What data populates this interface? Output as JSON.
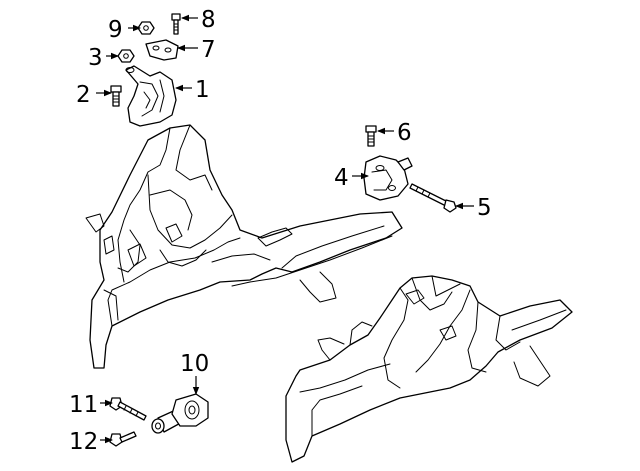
{
  "diagram": {
    "callouts": [
      {
        "id": "1",
        "text": "1"
      },
      {
        "id": "2",
        "text": "2"
      },
      {
        "id": "3",
        "text": "3"
      },
      {
        "id": "4",
        "text": "4"
      },
      {
        "id": "5",
        "text": "5"
      },
      {
        "id": "6",
        "text": "6"
      },
      {
        "id": "7",
        "text": "7"
      },
      {
        "id": "8",
        "text": "8"
      },
      {
        "id": "9",
        "text": "9"
      },
      {
        "id": "10",
        "text": "10"
      },
      {
        "id": "11",
        "text": "11"
      },
      {
        "id": "12",
        "text": "12"
      }
    ],
    "parts": [
      {
        "callout": "1",
        "icon": "engine-mount-bracket-icon"
      },
      {
        "callout": "2",
        "icon": "bolt-icon"
      },
      {
        "callout": "3",
        "icon": "nut-icon"
      },
      {
        "callout": "4",
        "icon": "transmission-mount-icon"
      },
      {
        "callout": "5",
        "icon": "long-bolt-icon"
      },
      {
        "callout": "6",
        "icon": "bolt-icon"
      },
      {
        "callout": "7",
        "icon": "bracket-plate-icon"
      },
      {
        "callout": "8",
        "icon": "bolt-icon"
      },
      {
        "callout": "9",
        "icon": "nut-icon"
      },
      {
        "callout": "10",
        "icon": "torque-rod-icon"
      },
      {
        "callout": "11",
        "icon": "long-bolt-icon"
      },
      {
        "callout": "12",
        "icon": "bolt-icon"
      }
    ],
    "line_color": "#000000",
    "background_color": "#ffffff"
  }
}
